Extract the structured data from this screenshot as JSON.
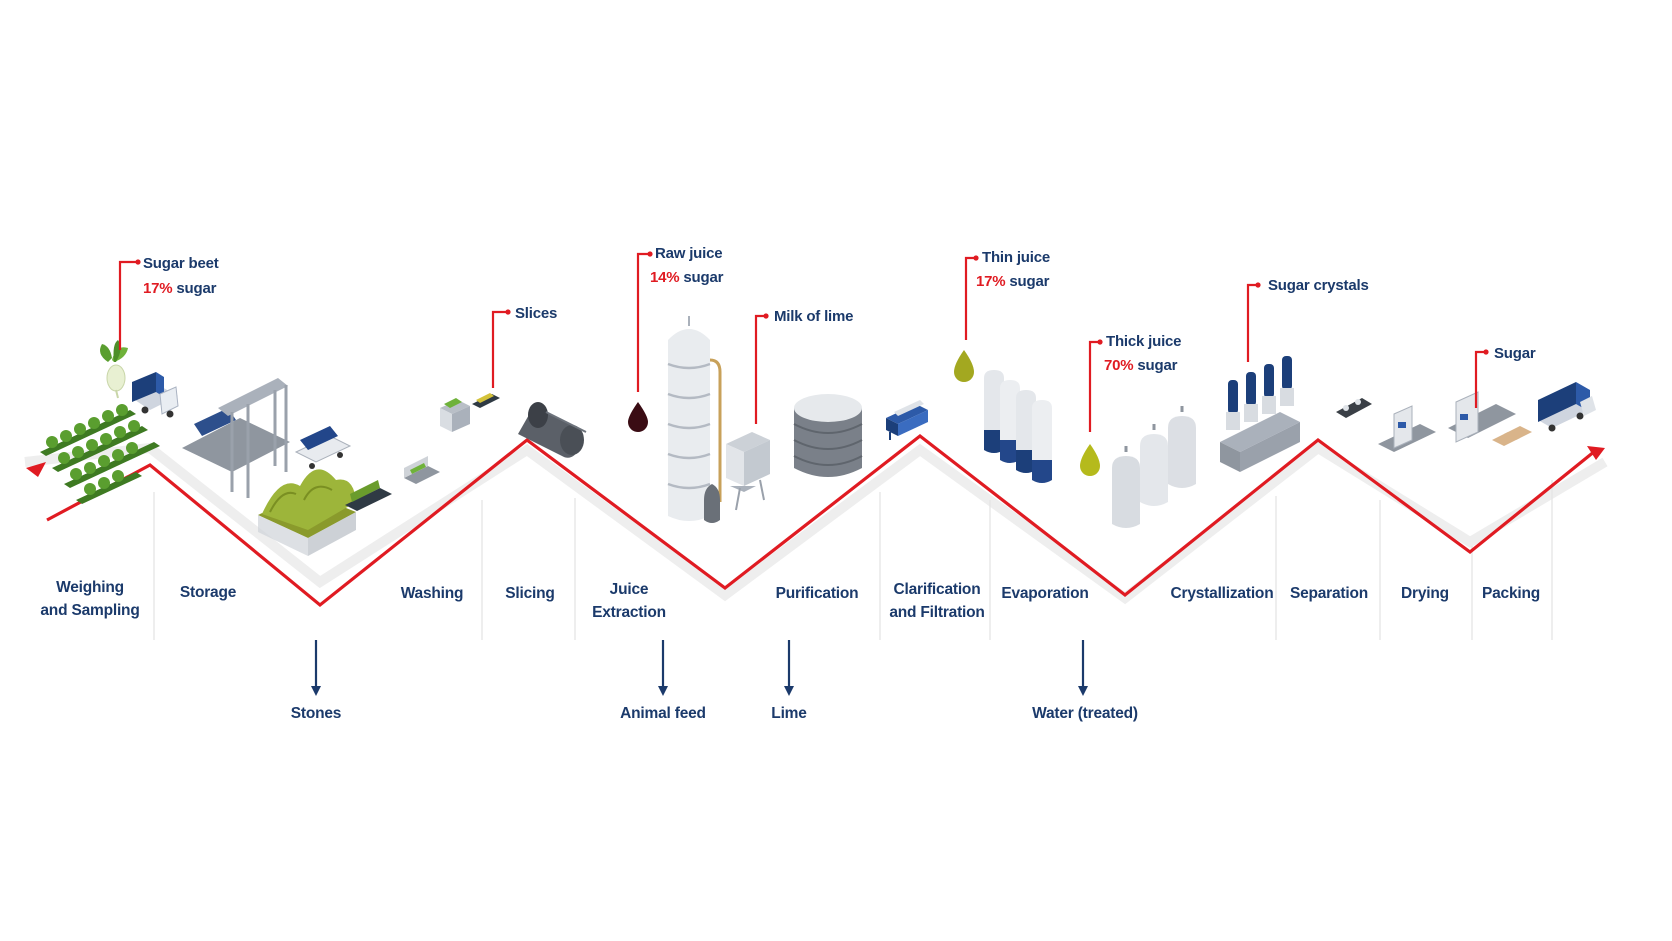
{
  "colors": {
    "process_line": "#e01b22",
    "text": "#1b3a6b",
    "divider": "#e3e3e3",
    "arrow": "#1b3a6b"
  },
  "stages": [
    {
      "label": [
        "Weighing",
        "and Sampling"
      ]
    },
    {
      "label": [
        "Storage"
      ]
    },
    {
      "label": [
        "Washing"
      ]
    },
    {
      "label": [
        "Slicing"
      ]
    },
    {
      "label": [
        "Juice",
        "Extraction"
      ]
    },
    {
      "label": [
        "Purification"
      ]
    },
    {
      "label": [
        "Clarification",
        "and Filtration"
      ]
    },
    {
      "label": [
        "Evaporation"
      ]
    },
    {
      "label": [
        "Crystallization"
      ]
    },
    {
      "label": [
        "Separation"
      ]
    },
    {
      "label": [
        "Drying"
      ]
    },
    {
      "label": [
        "Packing"
      ]
    }
  ],
  "callouts": [
    {
      "name": "Sugar beet",
      "percent": "17%",
      "unit": " sugar"
    },
    {
      "name": "Slices"
    },
    {
      "name": "Raw juice",
      "percent": "14%",
      "unit": " sugar"
    },
    {
      "name": "Milk of lime"
    },
    {
      "name": "Thin juice",
      "percent": "17%",
      "unit": " sugar"
    },
    {
      "name": "Thick juice",
      "percent": "70%",
      "unit": " sugar"
    },
    {
      "name": "Sugar crystals"
    },
    {
      "name": "Sugar"
    }
  ],
  "byproducts": [
    {
      "label": "Stones"
    },
    {
      "label": "Animal feed"
    },
    {
      "label": "Lime"
    },
    {
      "label": "Water (treated)"
    }
  ],
  "icons": [
    "beet-field-icon",
    "sugar-beet-icon",
    "truck-icon",
    "conveyor-storage-icon",
    "beet-pile-icon",
    "washing-machine-icon",
    "slicer-icon",
    "extraction-drum-icon",
    "raw-juice-drop-icon",
    "extraction-tower-icon",
    "lime-filter-icon",
    "lime-tank-icon",
    "filter-press-icon",
    "thin-juice-drop-icon",
    "evaporator-icon",
    "thick-juice-drop-icon",
    "crystallizer-tanks-icon",
    "centrifuge-icon",
    "crystallizer-icon",
    "dryer-icon",
    "packing-line-icon",
    "delivery-truck-icon"
  ]
}
